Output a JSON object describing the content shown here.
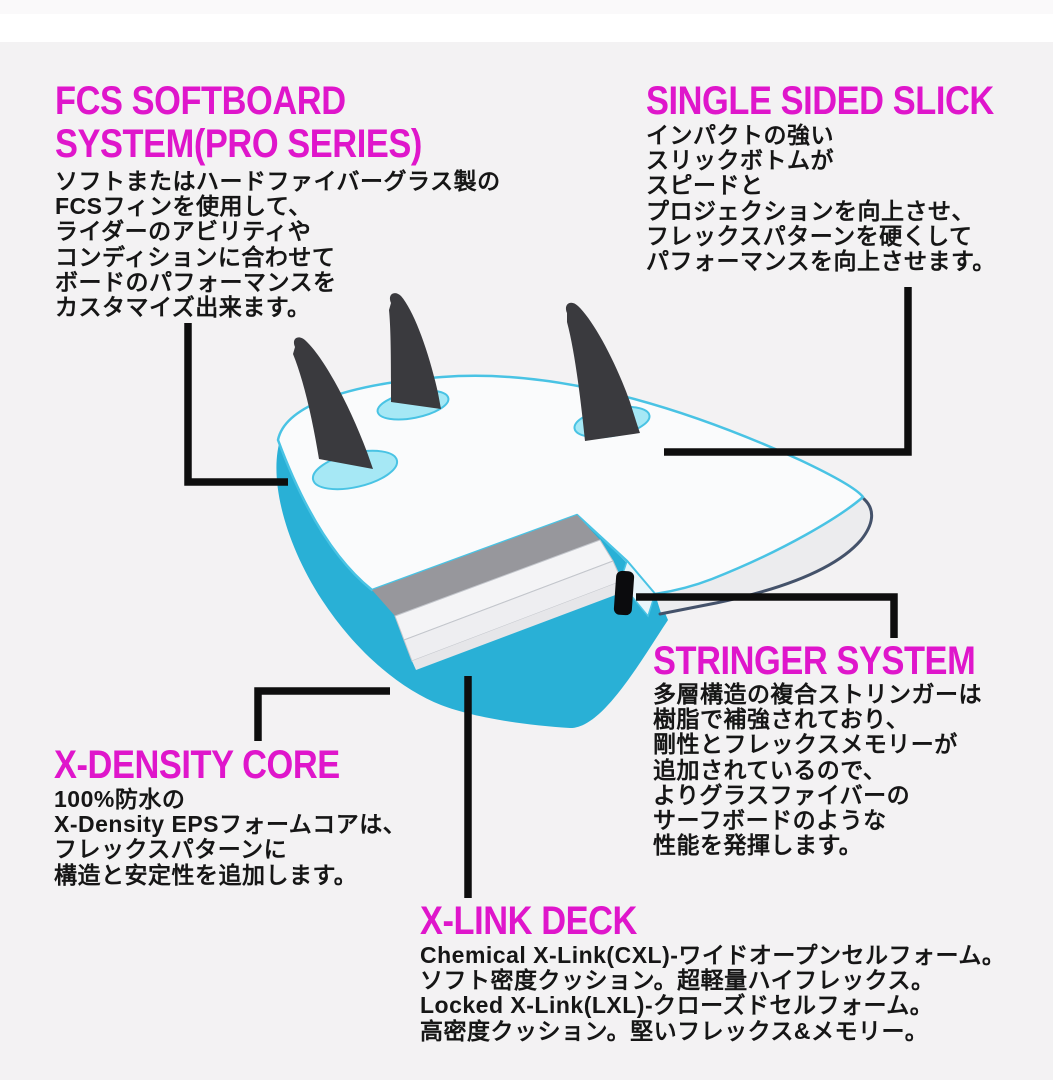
{
  "colors": {
    "bg": "#f3f2f3",
    "top_strip_a": "#faf9fa",
    "top_strip_b": "#ffffff",
    "heading_magenta": "#df16cb",
    "body_black": "#161616",
    "callout_black": "#0e0e0e",
    "board_cyan": "#29b0d6",
    "board_cyan_light": "#a6e8f5",
    "outline_cyan": "#49c3e4",
    "tail_navy": "#44526a",
    "deck_white": "#fafbfc",
    "rail_white": "#ececee",
    "block_gray": "#97979c",
    "block_white1": "#f4f4f6",
    "block_white2": "#eeeef1",
    "block_white3": "#e6e6e9",
    "block_line": "#c3c6cc",
    "cut_face": "#e9f5fa",
    "stringer_black": "#0b0b0d",
    "fin_dark": "#3a3a3e"
  },
  "sections": {
    "fcs": {
      "title_line1": "FCS SOFTBOARD",
      "title_line2": "SYSTEM(PRO SERIES)",
      "body_lines": [
        "ソフトまたはハードファイバーグラス製の",
        "FCSフィンを使用して、",
        "ライダーのアビリティや",
        "コンディションに合わせて",
        "ボードのパフォーマンスを",
        "カスタマイズ出来ます。"
      ]
    },
    "single_sided_slick": {
      "title": "SINGLE SIDED SLICK",
      "body_lines": [
        "インパクトの強い",
        "スリックボトムが",
        "スピードと",
        "プロジェクションを向上させ、",
        "フレックスパターンを硬くして",
        "パフォーマンスを向上させます。"
      ]
    },
    "stringer": {
      "title": "STRINGER SYSTEM",
      "body_lines": [
        "多層構造の複合ストリンガーは",
        "樹脂で補強されており、",
        "剛性とフレックスメモリーが",
        "追加されているので、",
        "よりグラスファイバーの",
        "サーフボードのような",
        "性能を発揮します。"
      ]
    },
    "x_density": {
      "title": "X-DENSITY CORE",
      "body_lines": [
        "100%防水の",
        "X-Density EPSフォームコアは、",
        "フレックスパターンに",
        "構造と安定性を追加します。"
      ]
    },
    "x_link": {
      "title": "X-LINK DECK",
      "body_lines": [
        "Chemical X-Link(CXL)-ワイドオープンセルフォーム。",
        "ソフト密度クッション。超軽量ハイフレックス。",
        "Locked X-Link(LXL)-クローズドセルフォーム。",
        "高密度クッション。堅いフレックス&メモリー。"
      ]
    }
  }
}
